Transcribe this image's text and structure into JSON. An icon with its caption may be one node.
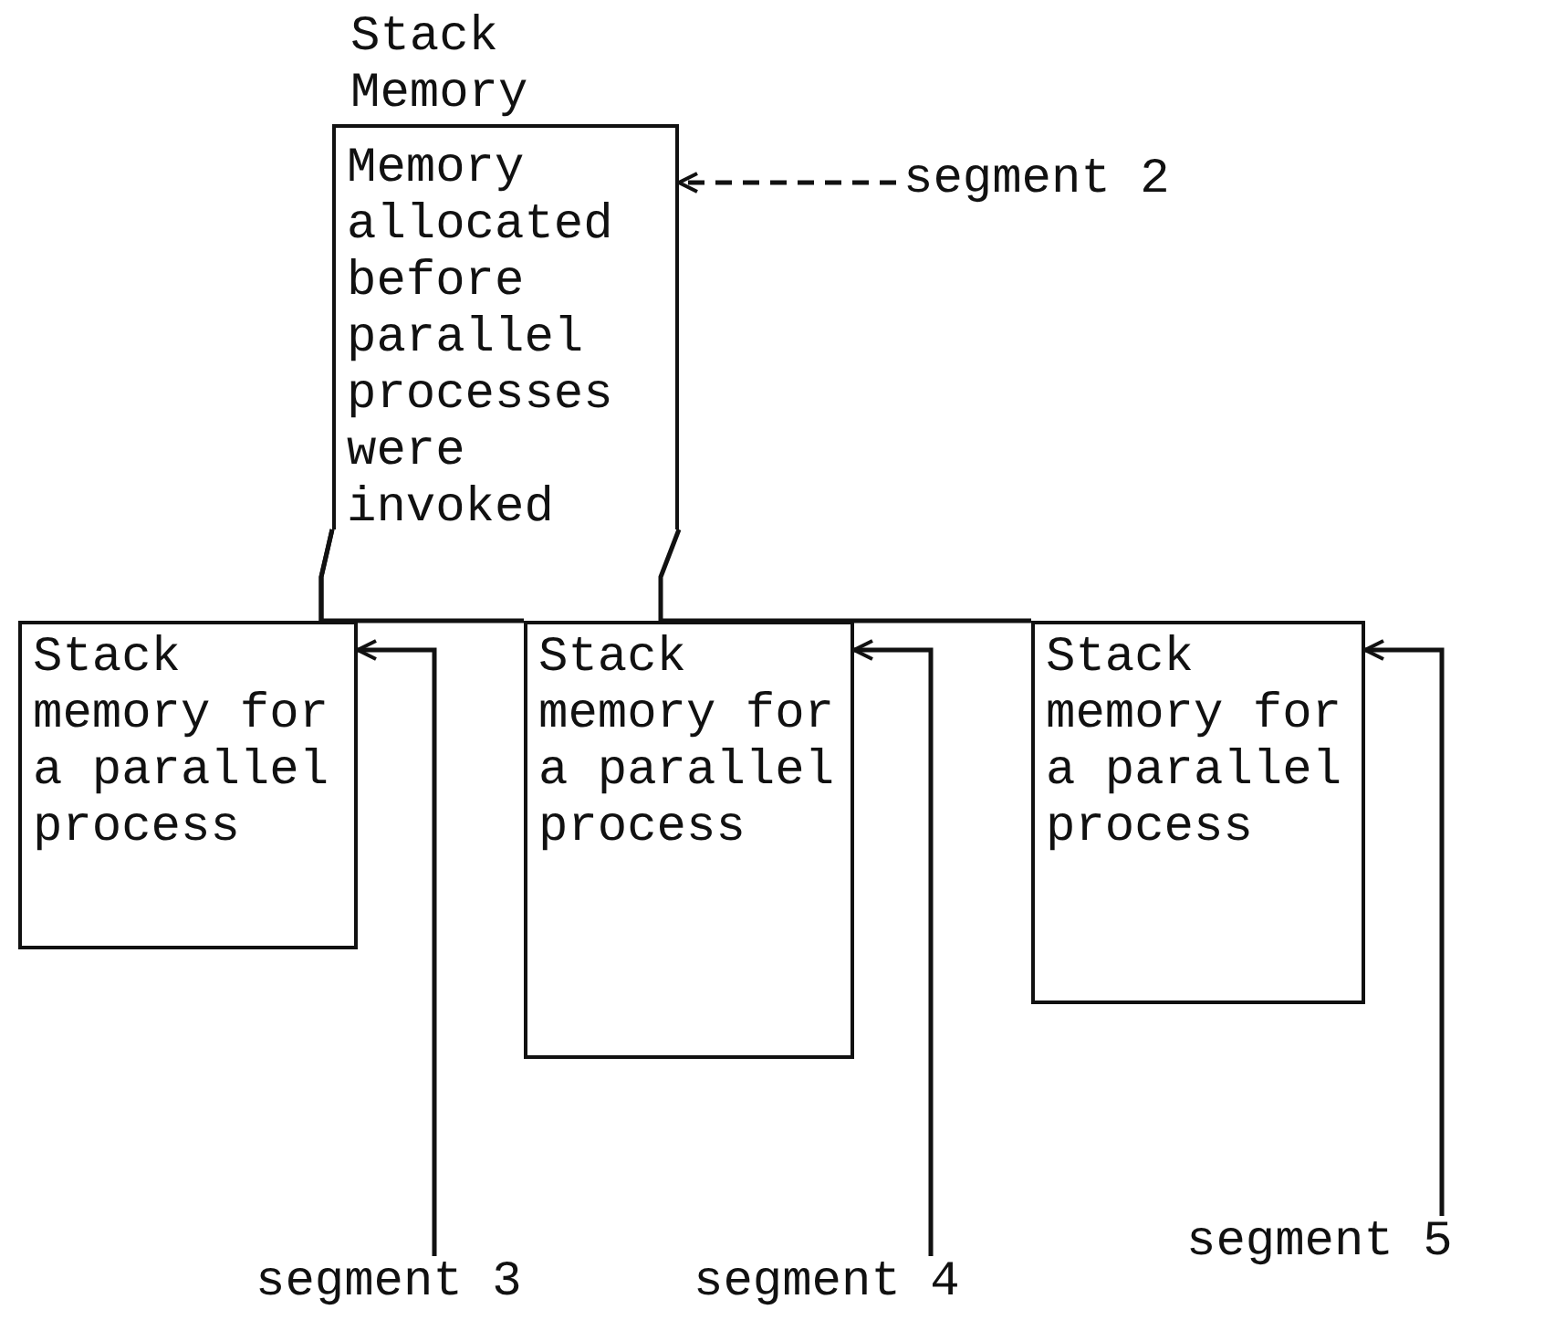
{
  "diagram": {
    "nodes": [
      {
        "text": [
          "Stack Memory",
          "Memory allocated before parallel processes were invoked"
        ]
      },
      {
        "text": [
          "segment 2"
        ]
      },
      {
        "text": [
          "Stack memory for a parallel process"
        ]
      },
      {
        "text": [
          "Stack memory for a parallel process"
        ]
      },
      {
        "text": [
          "Stack memory for a parallel process"
        ]
      },
      {
        "text": [
          "segment 3"
        ]
      },
      {
        "text": [
          "segment 4"
        ]
      },
      {
        "text": [
          "segment 5"
        ]
      }
    ],
    "edges": [
      {
        "from": 1,
        "to": 0,
        "arrow": "to",
        "style": "dashed"
      },
      {
        "from": 0,
        "to": 2,
        "arrow": "none"
      },
      {
        "from": 0,
        "to": 3,
        "arrow": "none"
      },
      {
        "from": 0,
        "to": 4,
        "arrow": "none"
      },
      {
        "from": 5,
        "to": 2,
        "arrow": "to"
      },
      {
        "from": 6,
        "to": 3,
        "arrow": "to"
      },
      {
        "from": 7,
        "to": 4,
        "arrow": "to"
      }
    ]
  }
}
